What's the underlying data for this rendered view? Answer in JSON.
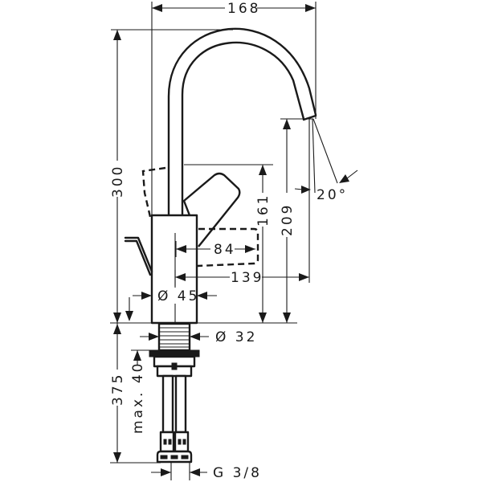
{
  "drawing": {
    "title": "Basin mixer dimension drawing",
    "units": "mm",
    "line_color": "#1a1a1a",
    "background": "#ffffff"
  },
  "dimensions": {
    "spout_reach": "168",
    "total_height": "300",
    "lever_height": "161",
    "spout_outlet_height": "209",
    "spray_angle": "20°",
    "lever_projection": "84",
    "lever_reach": "139",
    "body_diameter": "Ø 45",
    "thread_diameter": "Ø 32",
    "hose_length": "375",
    "max_deck_thickness": "max. 40",
    "connection_thread": "G 3/8"
  }
}
